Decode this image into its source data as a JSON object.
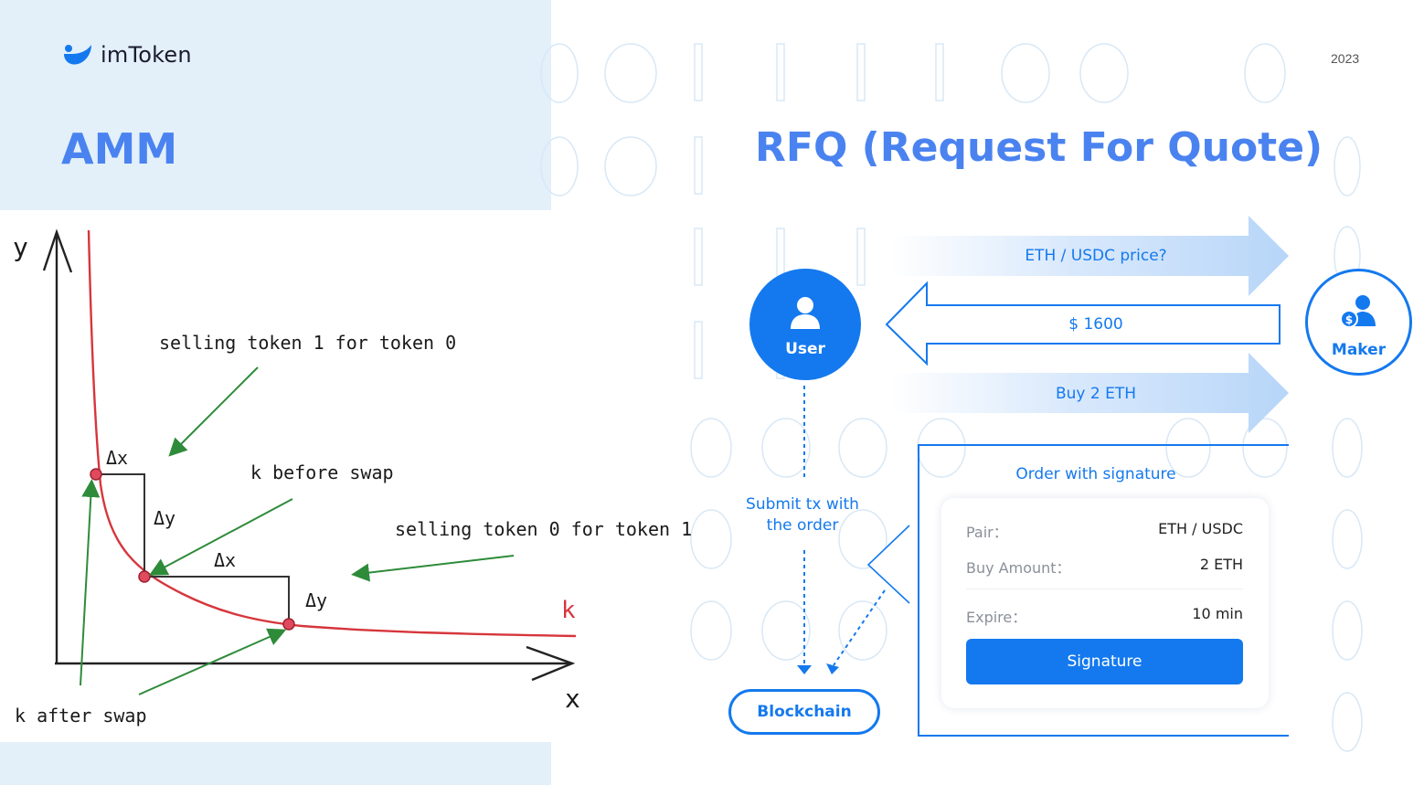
{
  "header": {
    "logo_text": "imToken",
    "year": "2023"
  },
  "amm": {
    "title": "AMM",
    "axis_y": "y",
    "axis_x": "x",
    "curve_label": "k",
    "labels": {
      "selling_1_for_0": "selling token 1 for token 0",
      "k_before": "k before swap",
      "selling_0_for_1": "selling token 0 for token 1",
      "k_after": "k after swap",
      "dx1": "Δx",
      "dy1": "Δy",
      "dx2": "Δx",
      "dy2": "Δy"
    }
  },
  "rfq": {
    "title": "RFQ (Request For Quote)",
    "user_label": "User",
    "maker_label": "Maker",
    "arrows": {
      "price_question": "ETH / USDC  price?",
      "quote": "$ 1600",
      "buy": "Buy 2 ETH"
    },
    "submit_text_line1": "Submit tx with",
    "submit_text_line2": "the order",
    "blockchain_label": "Blockchain",
    "order_title": "Order with signature",
    "order": {
      "pair_key": "Pair：",
      "pair_value": "ETH / USDC",
      "amount_key": "Buy Amount：",
      "amount_value": "2 ETH",
      "expire_key": "Expire：",
      "expire_value": "10 min",
      "button": "Signature"
    }
  },
  "colors": {
    "brand_blue": "#1479ee",
    "title_blue": "#4a83f0",
    "curve_red": "#d6363c",
    "arrow_green": "#2e8b3a",
    "panel_bg": "#e3f0fa"
  }
}
